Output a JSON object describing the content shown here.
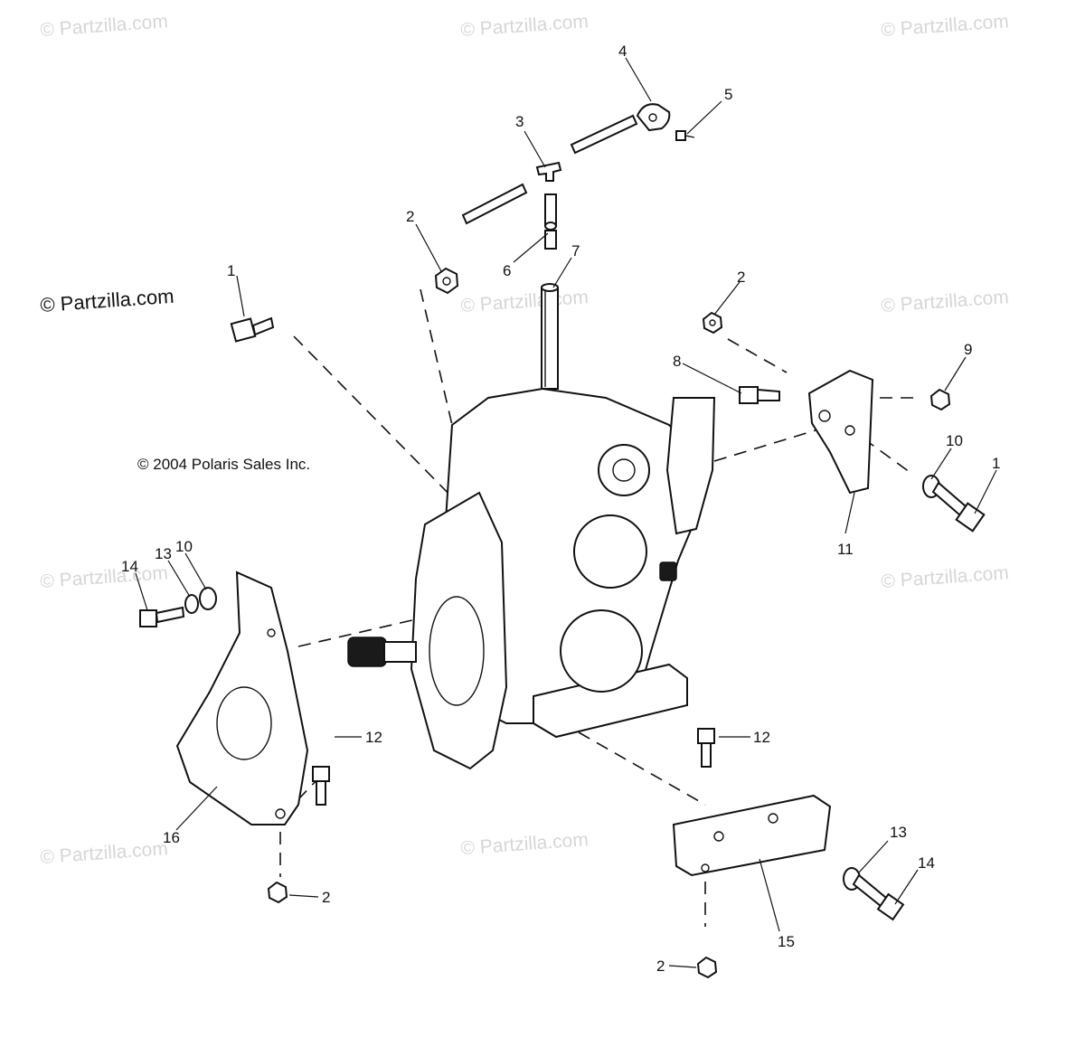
{
  "watermarks": [
    "© Partzilla.com",
    "© Partzilla.com",
    "© Partzilla.com",
    "© Partzilla.com",
    "© Partzilla.com",
    "© Partzilla.com",
    "© Partzilla.com",
    "© Partzilla.com",
    "© Partzilla.com"
  ],
  "partzilla_notice": "© Partzilla.com",
  "copyright": "© 2004 Polaris Sales Inc.",
  "callouts": [
    "1",
    "2",
    "3",
    "4",
    "5",
    "6",
    "7",
    "2",
    "8",
    "9",
    "10",
    "1",
    "11",
    "14",
    "13",
    "10",
    "12",
    "12",
    "16",
    "2",
    "13",
    "14",
    "15",
    "2"
  ]
}
